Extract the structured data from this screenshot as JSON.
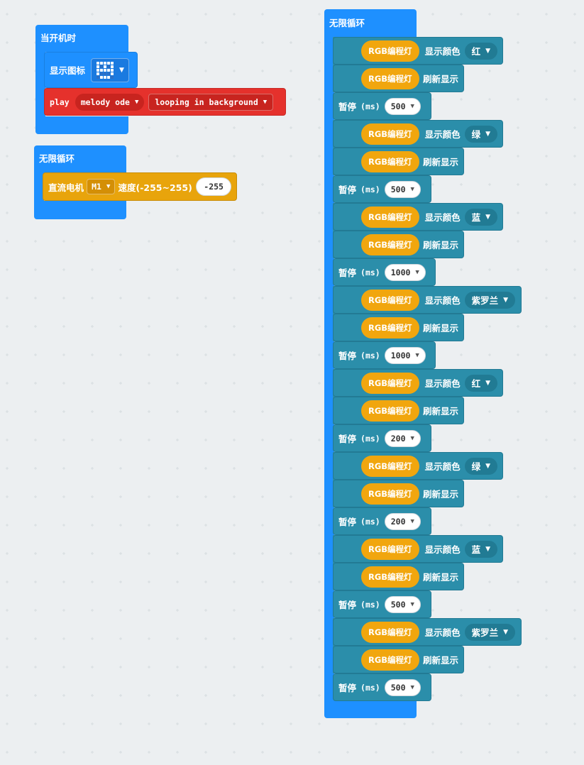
{
  "colors": {
    "background": "#eceff1",
    "basic_blue": "#1e90ff",
    "rgb_teal": "#2b8eaa",
    "rgb_orange": "#f1a60e",
    "motor_orange": "#e8a40c",
    "music_red": "#e5312c"
  },
  "on_start": {
    "title": "当开机时",
    "show_icon": {
      "label": "显示图标",
      "icon_name": "smiley-face-icon",
      "leds": [
        [
          1,
          1,
          1,
          1,
          1
        ],
        [
          1,
          0,
          1,
          0,
          1
        ],
        [
          1,
          1,
          1,
          1,
          1
        ],
        [
          1,
          0,
          0,
          0,
          1
        ],
        [
          0,
          1,
          1,
          1,
          0
        ]
      ]
    },
    "play": {
      "label": "play",
      "melody": "melody ode",
      "mode": "looping in background"
    }
  },
  "forever_small": {
    "title": "无限循环",
    "motor": {
      "label": "直流电机",
      "port": "M1",
      "speed_label": "速度(-255~255)",
      "speed": "-255"
    }
  },
  "forever_main": {
    "title": "无限循环",
    "rgb_label": "RGB编程灯",
    "set_color_label": "显示颜色",
    "refresh_label": "刷新显示",
    "pause_label": "暂停",
    "ms_label": "(ms)",
    "steps": [
      {
        "color": "红",
        "pause": "500"
      },
      {
        "color": "绿",
        "pause": "500"
      },
      {
        "color": "蓝",
        "pause": "1000"
      },
      {
        "color": "紫罗兰",
        "pause": "1000"
      },
      {
        "color": "红",
        "pause": "200"
      },
      {
        "color": "绿",
        "pause": "200"
      },
      {
        "color": "蓝",
        "pause": "500"
      },
      {
        "color": "紫罗兰",
        "pause": "500"
      }
    ]
  }
}
